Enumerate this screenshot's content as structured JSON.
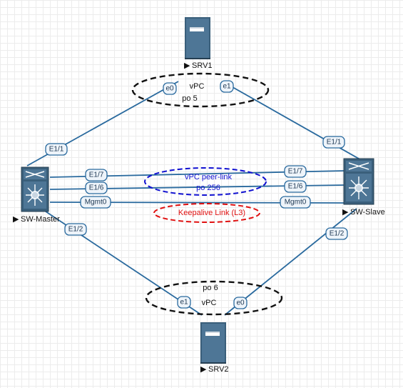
{
  "nodes": {
    "srv1": "SRV1",
    "srv2": "SRV2",
    "sw_master": "SW-Master",
    "sw_slave": "SW-Slave"
  },
  "groups": {
    "top_vpc": {
      "line1": "vPC",
      "line2": "po 5"
    },
    "bottom_vpc": {
      "line1": "po 6",
      "line2": "vPC"
    },
    "peer_link": {
      "line1": "vPC peer-link",
      "line2": "po 256"
    },
    "keepalive": "Keepalive Link (L3)"
  },
  "ports": {
    "srv1_e0": "e0",
    "srv1_e1": "e1",
    "master_e1_1": "E1/1",
    "slave_e1_1": "E1/1",
    "master_e1_7": "E1/7",
    "slave_e1_7": "E1/7",
    "master_e1_6": "E1/6",
    "slave_e1_6": "E1/6",
    "master_mgmt0": "Mgmt0",
    "slave_mgmt0": "Mgmt0",
    "master_e1_2": "E1/2",
    "slave_e1_2": "E1/2",
    "srv2_e1": "e1",
    "srv2_e0": "e0"
  },
  "colors": {
    "link": "#2a6a9e",
    "peer_link_ellipse": "#1010d0",
    "keepalive_ellipse": "#e01010",
    "vpc_ellipse": "#111111"
  },
  "icons": {
    "server": "server-icon",
    "switch": "nexus-switch-icon"
  }
}
